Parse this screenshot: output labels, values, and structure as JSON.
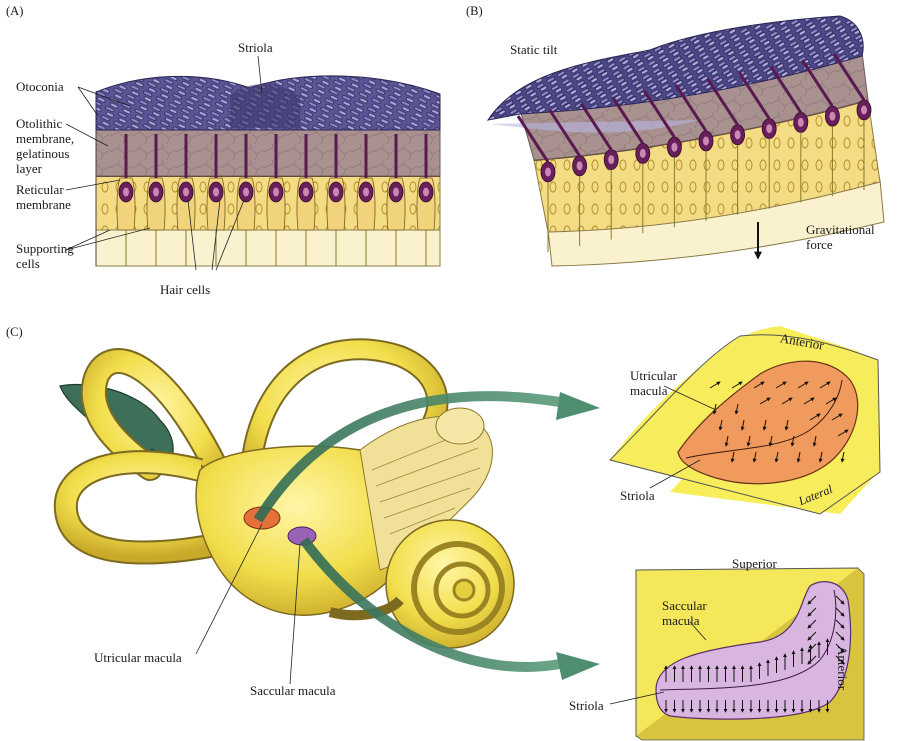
{
  "panels": {
    "a": "(A)",
    "b": "(B)",
    "c": "(C)"
  },
  "panel_a": {
    "striola": "Striola",
    "otoconia": "Otoconia",
    "otolithic_membrane": [
      "Otolithic",
      "membrane,",
      "gelatinous",
      "layer"
    ],
    "reticular_membrane": [
      "Reticular",
      "membrane"
    ],
    "supporting_cells": [
      "Supporting",
      "cells"
    ],
    "hair_cells": "Hair cells"
  },
  "panel_b": {
    "static_tilt": "Static tilt",
    "gravitational_force": [
      "Gravitational",
      "force"
    ]
  },
  "panel_c": {
    "utricular_macula": "Utricular macula",
    "saccular_macula": "Saccular macula",
    "utricle_inset": {
      "title": [
        "Utricular",
        "macula"
      ],
      "striola": "Striola",
      "anterior": "Anterior",
      "lateral": "Lateral"
    },
    "saccule_inset": {
      "title": [
        "Saccular",
        "macula"
      ],
      "striola": "Striola",
      "superior": "Superior",
      "anterior": "Anterior"
    }
  },
  "colors": {
    "otoconia": "#4f4a86",
    "membrane": "#a08b8f",
    "hair_cell": "#6a1f5c",
    "support": "#f3dc84",
    "labyrinth": "#f4e35a",
    "utricle_fill": "#f0955a",
    "saccule_fill": "#cfa6d6",
    "inset_plate": "#f7ee5a",
    "arrow_green": "#3f7f63"
  }
}
